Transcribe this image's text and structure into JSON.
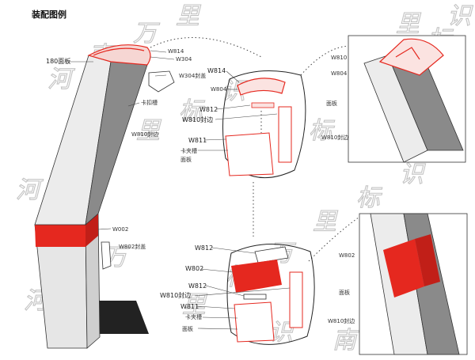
{
  "title": "装配图例",
  "watermark": {
    "chars": [
      "河",
      "南",
      "万",
      "里",
      "标",
      "识"
    ]
  },
  "labels": {
    "panel_180": "180面板",
    "w814_a": "W814",
    "w304_a": "W304",
    "w304_seal": "W304封盖",
    "w814_b": "W814",
    "w804": "W804",
    "card_slot": "卡扣槽",
    "w812_a": "W812",
    "w810_edge_a": "W810封边",
    "w810_sealcap": "W810封边",
    "w811_a": "W811",
    "clip_slot_a": "卡夹槽",
    "face_panel_a": "面板",
    "w810_top_right": "W810",
    "w804_right": "W804",
    "face_panel_right": "面板",
    "w810_edge_right": "W810封边",
    "w002": "W002",
    "w802_seal": "W802封盖",
    "w812_b": "W812",
    "w802": "W802",
    "w812_c": "W812",
    "w810_edge_b": "W810封边",
    "w811_b": "W811",
    "clip_slot_b": "卡夹槽",
    "face_panel_b": "面板",
    "w802_right": "W802",
    "face_panel_right2": "面板",
    "w810_edge_right2": "W810封边"
  },
  "colors": {
    "accent_red": "#e5281f",
    "dark_grey": "#8a8a8a",
    "light_grey": "#e2e2e2",
    "base_black": "#222222"
  }
}
